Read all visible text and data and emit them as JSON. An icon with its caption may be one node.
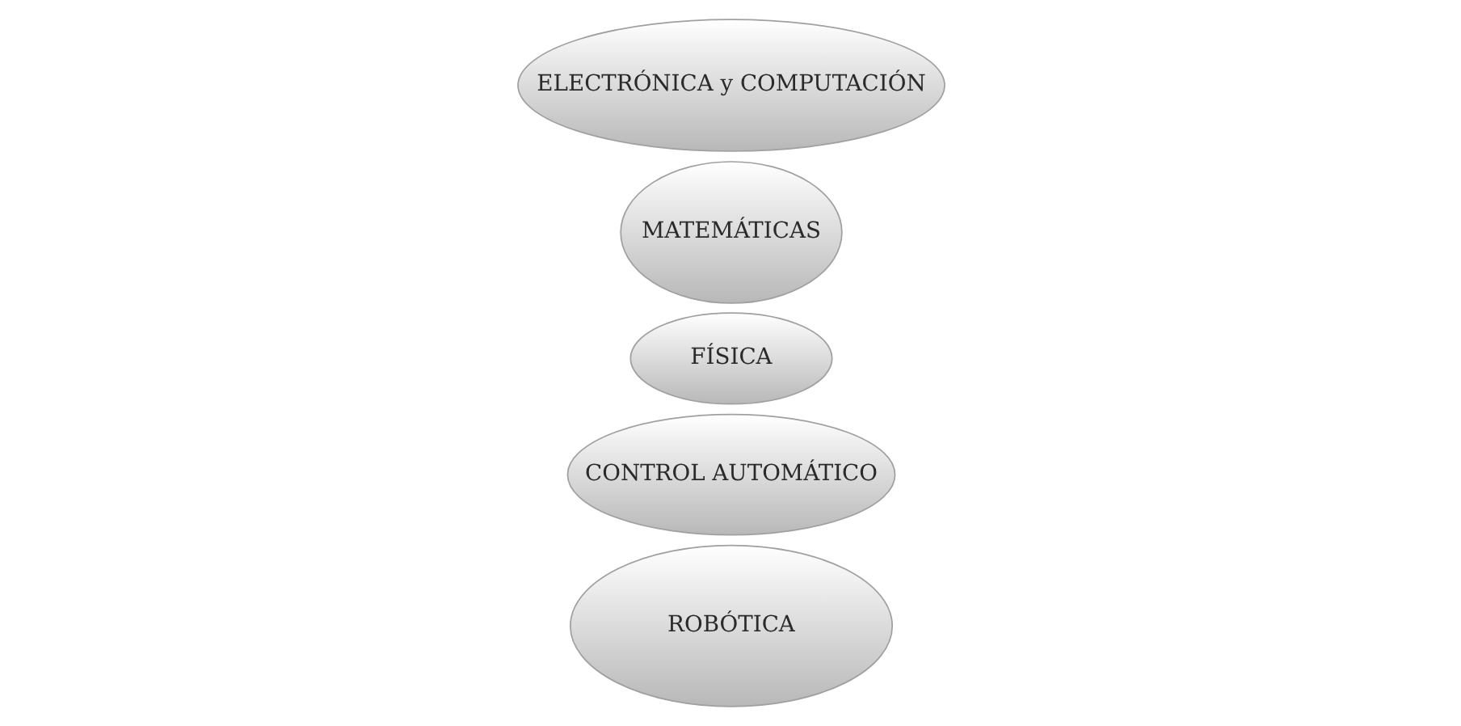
{
  "diagram": {
    "nodes": [
      {
        "text": [
          "ROBÓTICA"
        ]
      },
      {
        "text": [
          "CONTROL AUTOMÁTICO"
        ]
      },
      {
        "text": [
          "FÍSICA"
        ]
      },
      {
        "text": [
          "MATEMÁTICAS"
        ]
      },
      {
        "text": [
          "ELECTRÓNICA y COMPUTACIÓN"
        ]
      }
    ]
  }
}
